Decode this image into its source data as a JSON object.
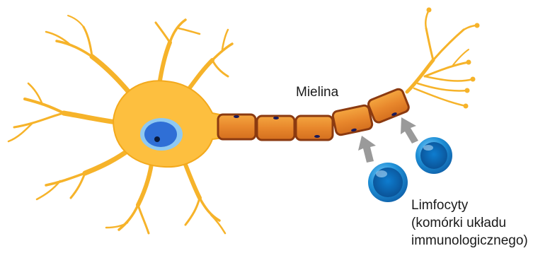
{
  "labels": {
    "myelin": "Mielina",
    "lymphocytes": [
      "Limfocyty",
      "(komórki układu",
      "immunologicznego)"
    ]
  },
  "colors": {
    "cell_body": "#FDBF3F",
    "cell_outline": "#F3A91C",
    "nucleus": "#2F6FD6",
    "nucleus_ring": "#8EC9F2",
    "myelin_fill": "#E8872C",
    "myelin_border": "#8B3A10",
    "arrow": "#9A9A9A",
    "lymphocyte": "#1E8FD6"
  },
  "icons": [
    "neuron-diagram",
    "myelin-segment",
    "lymphocyte-cell",
    "arrow-icon"
  ]
}
